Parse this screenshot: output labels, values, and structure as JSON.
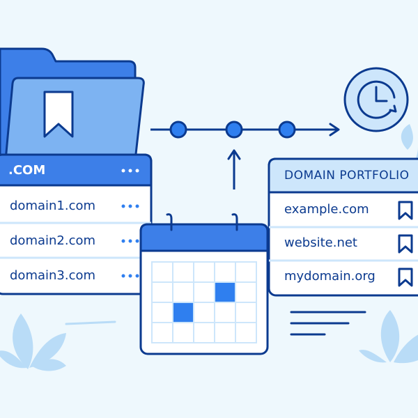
{
  "left_list": {
    "header": ".COM",
    "items": [
      "domain1.com",
      "domain2.com",
      "domain3.com"
    ]
  },
  "portfolio": {
    "title": "DOMAIN PORTFOLIO",
    "items": [
      "example.com",
      "website.net",
      "mydomain.org"
    ]
  },
  "calendar": {
    "highlighted_cells": [
      {
        "row": 1,
        "col": 3
      },
      {
        "row": 2,
        "col": 1
      }
    ]
  },
  "colors": {
    "background": "#eef8fd",
    "primary_blue": "#3d7fe8",
    "dark_navy": "#0b3a8f",
    "light_blue": "#cde6fb",
    "accent_blue": "#2f7fef"
  },
  "icons": [
    "folder-icon",
    "bookmark-icon",
    "clock-icon",
    "calendar-icon",
    "arrow-right-icon",
    "arrow-up-icon",
    "more-dots-icon",
    "plant-leaf-icon"
  ]
}
